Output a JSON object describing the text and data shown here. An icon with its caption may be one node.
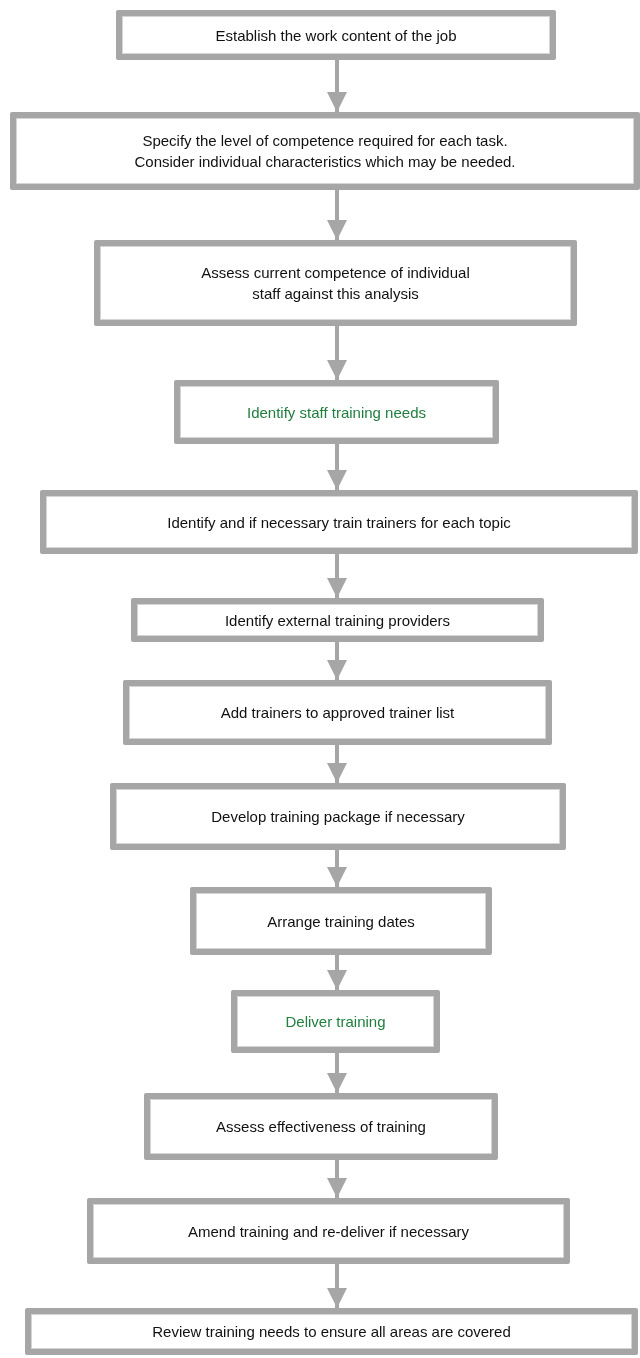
{
  "diagram": {
    "nodes": [
      {
        "text": [
          "Establish the work content of the job"
        ]
      },
      {
        "text": [
          "Specify the level of competence required for each task. Consider individual characteristics which may be needed."
        ]
      },
      {
        "text": [
          "Assess current competence of individual staff against this analysis"
        ]
      },
      {
        "text": [
          "Identify staff training needs"
        ]
      },
      {
        "text": [
          "Identify and if necessary train trainers for each topic"
        ]
      },
      {
        "text": [
          "Identify external training providers"
        ]
      },
      {
        "text": [
          "Add trainers to approved trainer list"
        ]
      },
      {
        "text": [
          "Develop training package if necessary"
        ]
      },
      {
        "text": [
          "Arrange training dates"
        ]
      },
      {
        "text": [
          "Deliver training"
        ]
      },
      {
        "text": [
          "Assess effectiveness of training"
        ]
      },
      {
        "text": [
          "Amend training and re-deliver if necessary"
        ]
      },
      {
        "text": [
          "Review training needs to ensure all areas are covered"
        ]
      }
    ],
    "edges": [
      {
        "from": 0,
        "to": 1,
        "arrow": "to"
      },
      {
        "from": 1,
        "to": 2,
        "arrow": "to"
      },
      {
        "from": 2,
        "to": 3,
        "arrow": "to"
      },
      {
        "from": 3,
        "to": 4,
        "arrow": "to"
      },
      {
        "from": 4,
        "to": 5,
        "arrow": "to"
      },
      {
        "from": 5,
        "to": 6,
        "arrow": "to"
      },
      {
        "from": 6,
        "to": 7,
        "arrow": "to"
      },
      {
        "from": 7,
        "to": 8,
        "arrow": "to"
      },
      {
        "from": 8,
        "to": 9,
        "arrow": "to"
      },
      {
        "from": 9,
        "to": 10,
        "arrow": "to"
      },
      {
        "from": 10,
        "to": 11,
        "arrow": "to"
      },
      {
        "from": 11,
        "to": 12,
        "arrow": "to"
      }
    ]
  }
}
